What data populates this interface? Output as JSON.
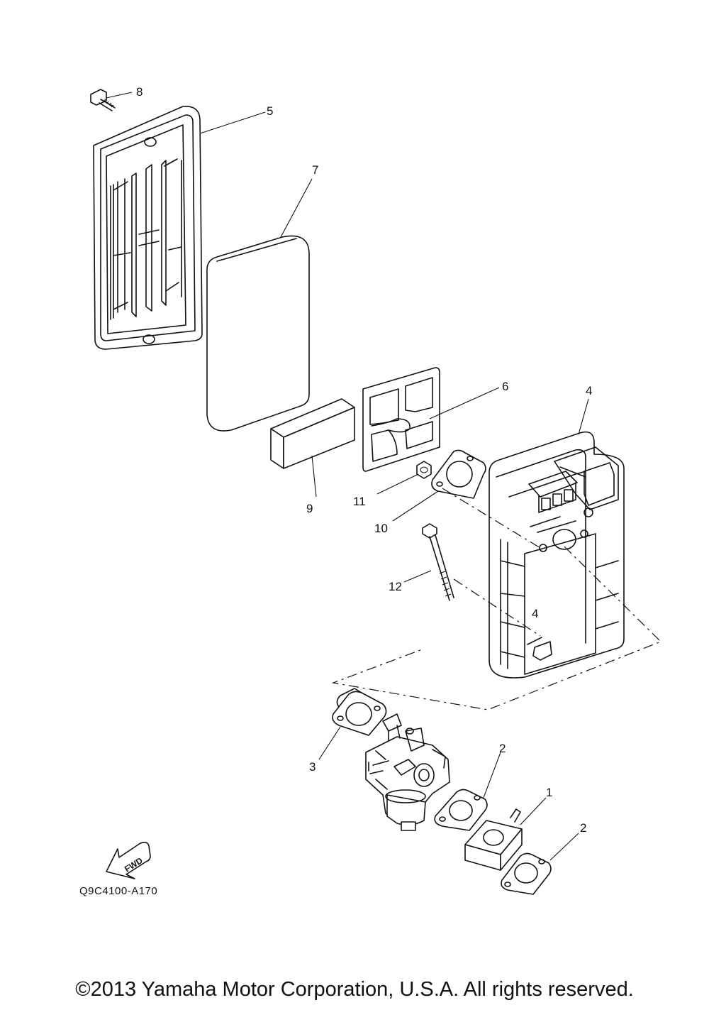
{
  "callouts": {
    "c1": "1",
    "c2a": "2",
    "c2b": "2",
    "c3": "3",
    "c4a": "4",
    "c4b": "4",
    "c5": "5",
    "c6": "6",
    "c7": "7",
    "c8": "8",
    "c9": "9",
    "c10": "10",
    "c11": "11",
    "c12": "12"
  },
  "fwd_label": "FWD",
  "diagram_code": "Q9C4100-A170",
  "copyright": "©2013 Yamaha Motor Corporation, U.S.A. All rights reserved."
}
